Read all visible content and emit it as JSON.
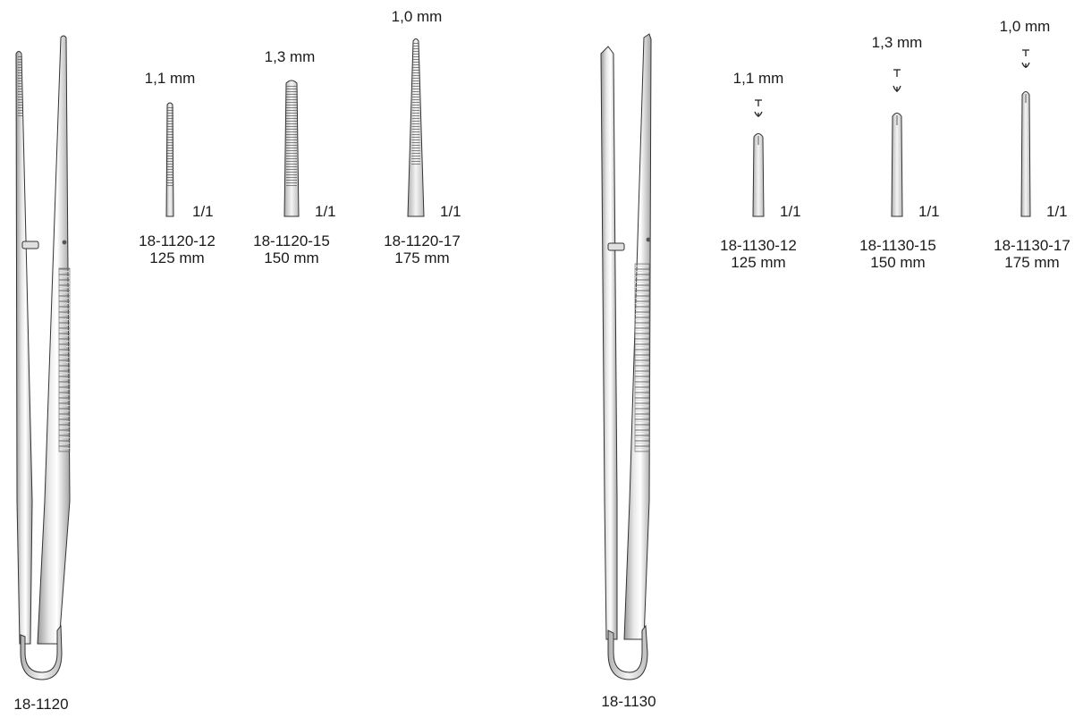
{
  "groups": [
    {
      "model": "18-1120",
      "variants": [
        {
          "width": "1,1 mm",
          "scale": "1/1",
          "code": "18-1120-12",
          "length": "125 mm"
        },
        {
          "width": "1,3 mm",
          "scale": "1/1",
          "code": "18-1120-15",
          "length": "150 mm"
        },
        {
          "width": "1,0 mm",
          "scale": "1/1",
          "code": "18-1120-17",
          "length": "175 mm"
        }
      ]
    },
    {
      "model": "18-1130",
      "variants": [
        {
          "width": "1,1 mm",
          "scale": "1/1",
          "code": "18-1130-12",
          "length": "125 mm"
        },
        {
          "width": "1,3 mm",
          "scale": "1/1",
          "code": "18-1130-15",
          "length": "150 mm"
        },
        {
          "width": "1,0 mm",
          "scale": "1/1",
          "code": "18-1130-17",
          "length": "175 mm"
        }
      ]
    }
  ]
}
